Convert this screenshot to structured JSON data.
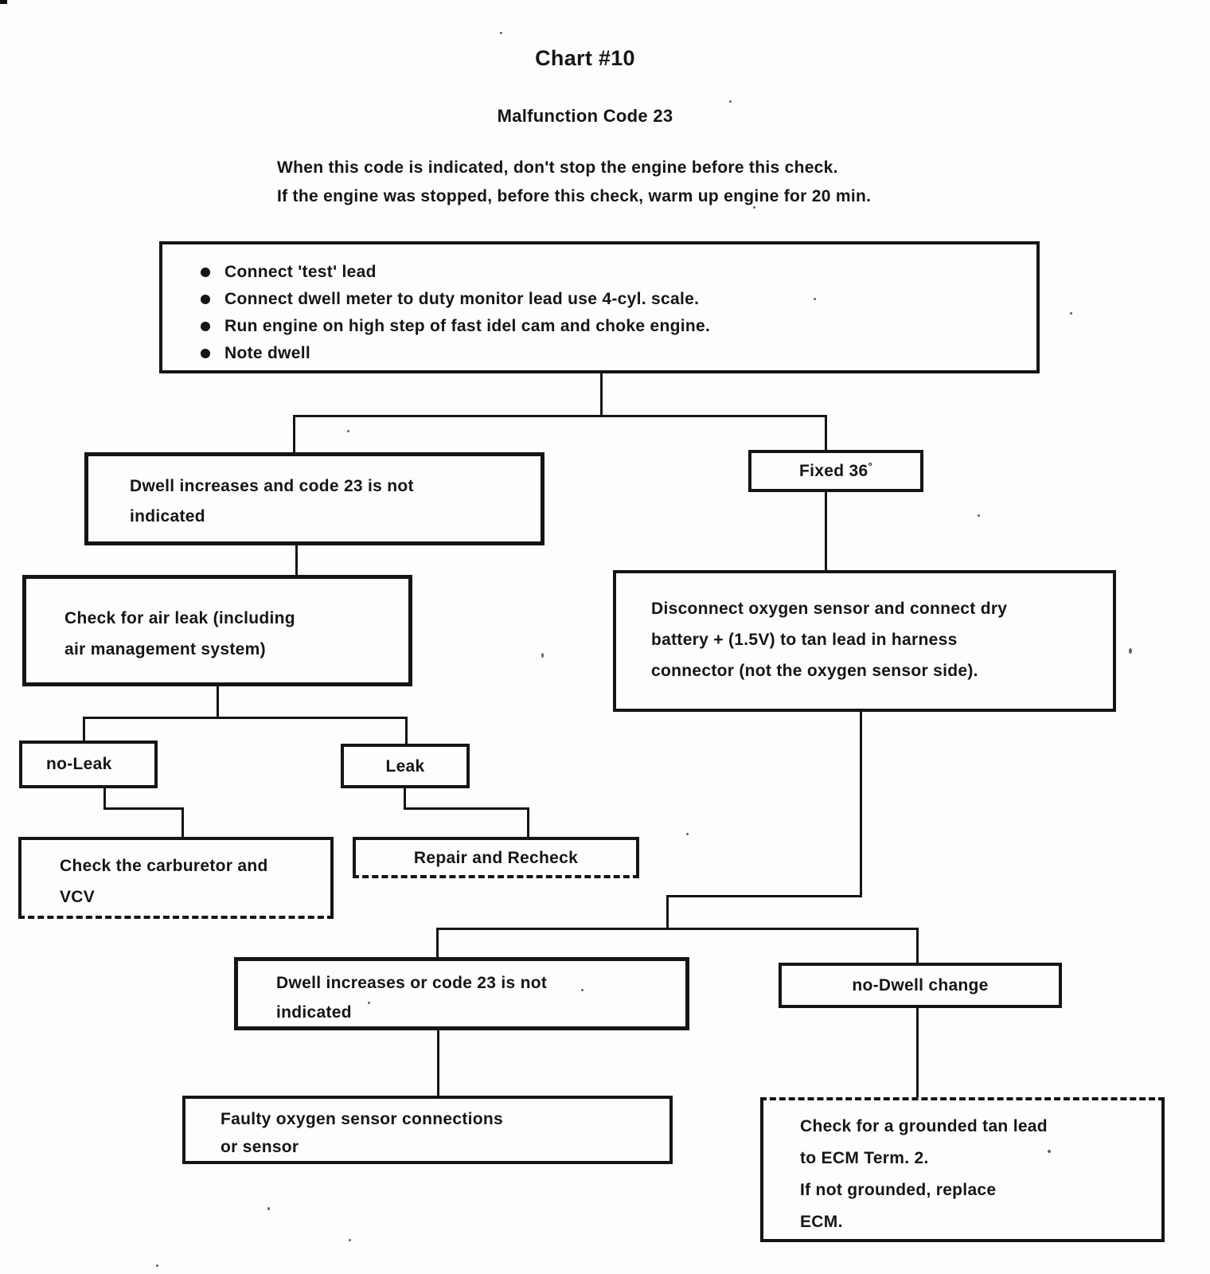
{
  "page": {
    "title": "Chart #10",
    "subtitle": "Malfunction Code 23",
    "intro_lines": [
      "When this code is indicated, don't stop the engine before this check.",
      "If the engine was stopped, before this check, warm up engine for 20 min."
    ]
  },
  "nodes": {
    "procedure": {
      "bullets": [
        "Connect 'test' lead",
        "Connect dwell meter to duty monitor lead use 4-cyl. scale.",
        "Run engine on high step of fast idel cam and choke engine.",
        "Note dwell"
      ]
    },
    "dwell_increases_and_23_not_indicated": {
      "lines": [
        "Dwell increases and code 23 is not",
        "indicated"
      ]
    },
    "fixed_36": {
      "label": "Fixed 36",
      "degree": "°"
    },
    "check_air_leak": {
      "lines": [
        "Check for air leak (including",
        "air management system)"
      ]
    },
    "no_leak": {
      "label": "no-Leak"
    },
    "leak": {
      "label": "Leak"
    },
    "check_carburetor": {
      "lines": [
        "Check the carburetor and",
        "VCV"
      ]
    },
    "repair_recheck": {
      "label": "Repair and Recheck"
    },
    "disconnect_oxygen_sensor": {
      "lines": [
        "Disconnect oxygen sensor and connect dry",
        "battery + (1.5V) to tan lead in harness",
        "connector (not the oxygen sensor side)."
      ]
    },
    "dwell_increases_or_23_not_indicated": {
      "lines": [
        "Dwell increases or code 23 is not",
        "indicated"
      ]
    },
    "no_dwell_change": {
      "label": "no-Dwell change"
    },
    "faulty_oxygen_sensor": {
      "lines": [
        "Faulty oxygen sensor connections",
        "or sensor"
      ]
    },
    "check_grounded_tan_lead": {
      "lines": [
        "Check for a grounded tan lead",
        "to ECM Term.  2.",
        "If not grounded, replace",
        "ECM."
      ]
    }
  },
  "colors": {
    "ink": "#151515",
    "paper": "#fdfdfb"
  }
}
